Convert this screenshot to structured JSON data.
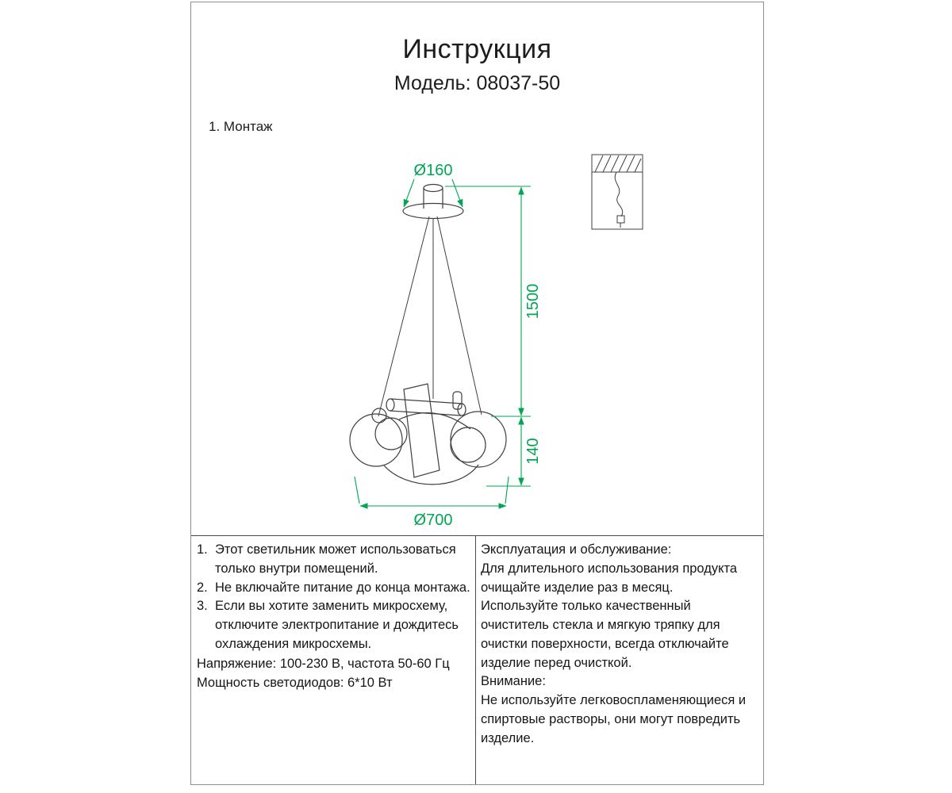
{
  "header": {
    "title": "Инструкция",
    "model": "Модель: 08037-50"
  },
  "section": {
    "mounting": "1. Монтаж"
  },
  "drawing": {
    "dims": {
      "canopy_diameter": "Ø160",
      "drop_height": "1500",
      "body_height": "140",
      "body_diameter": "Ø700"
    }
  },
  "notes_left": {
    "numbers": [
      "1.",
      "2.",
      "3."
    ],
    "items": [
      "Этот светильник может использоваться только внутри помещений.",
      "Не включайте питание до конца монтажа.",
      "Если вы хотите заменить микросхему, отключите электропитание и дождитесь охлаждения микросхемы."
    ],
    "voltage": "Напряжение: 100-230 В, частота 50-60 Гц",
    "power": "Мощность светодиодов: 6*10 Вт"
  },
  "notes_right": {
    "heading": "Эксплуатация и обслуживание:",
    "p1": "Для длительного использования продукта очищайте изделие раз в месяц.",
    "p2": "Используйте только качественный очиститель стекла и мягкую тряпку для очистки поверхности, всегда отключайте изделие перед очисткой.",
    "warning_heading": "Внимание:",
    "warning_text": "Не используйте легковоспламеняющиеся и спиртовые растворы, они могут повредить изделие."
  },
  "colors": {
    "dimension_green": "#00a651",
    "line_dark": "#3f3f3f"
  }
}
